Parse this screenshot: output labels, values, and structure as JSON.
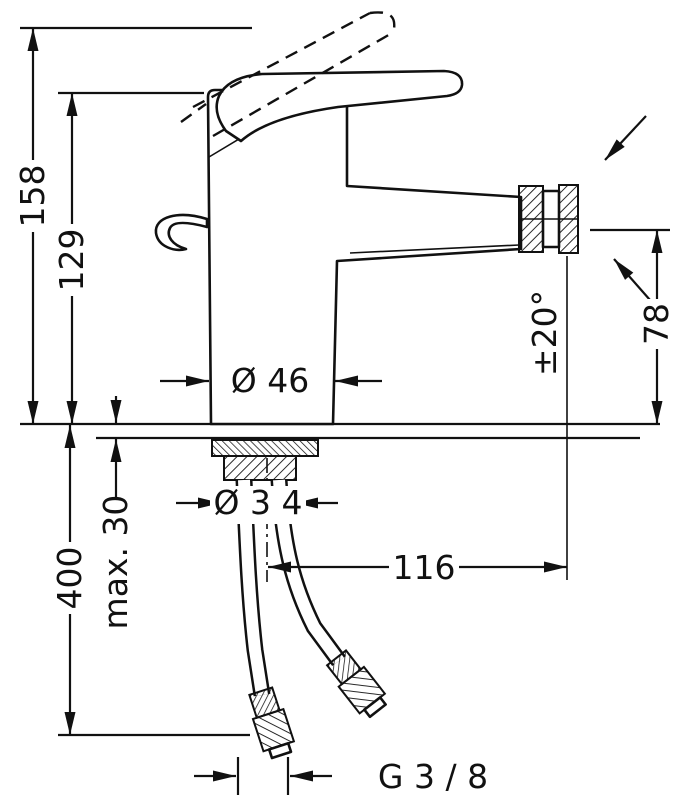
{
  "drawing": {
    "dims": {
      "total_height": "158",
      "spout_height": "129",
      "body_diameter": "Ø 46",
      "outlet_height": "78",
      "outlet_swivel_angle": "±20°",
      "hose_length": "400",
      "max_mounting_thickness": "max. 30",
      "shank_diameter": "Ø 3 4",
      "spout_reach": "116",
      "connection_thread": "G 3 / 8"
    },
    "colors": {
      "line": "#111111",
      "background": "#ffffff"
    }
  }
}
